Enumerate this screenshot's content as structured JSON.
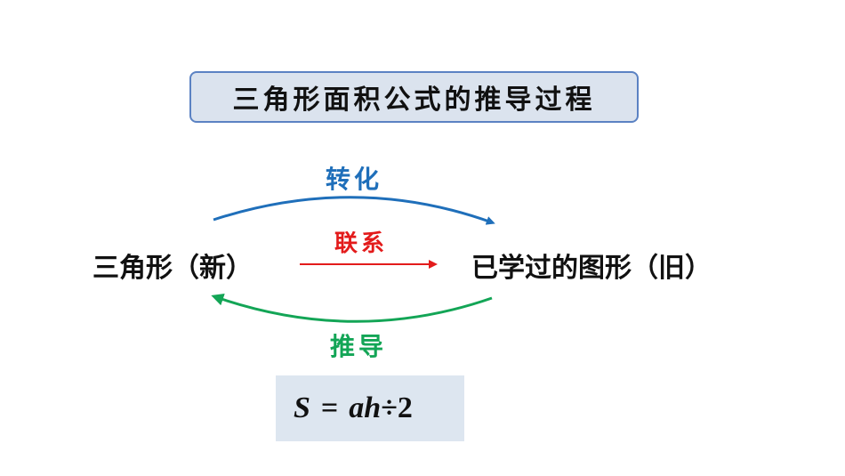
{
  "title": "三角形面积公式的推导过程",
  "diagram": {
    "left_node": "三角形（新）",
    "right_node": "已学过的图形（旧）",
    "top_arrow_label": "转化",
    "middle_arrow_label": "联系",
    "bottom_arrow_label": "推导"
  },
  "formula": {
    "lhs": "S",
    "eq": "=",
    "rhs_vars": "ah",
    "rhs_rest": "÷2"
  },
  "colors": {
    "transform": "#1f6fba",
    "link": "#e31b1b",
    "derive": "#13a556",
    "title_bg": "#dbe3ee",
    "title_border": "#5b82c3",
    "formula_bg": "#dde6f0"
  }
}
